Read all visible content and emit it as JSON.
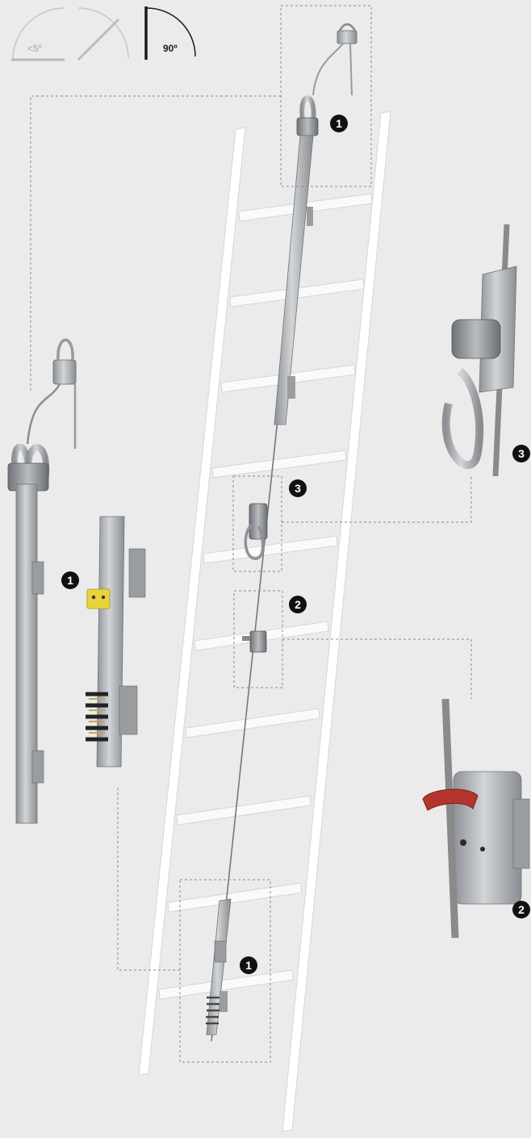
{
  "angles": [
    {
      "label": "<5º",
      "color": "#b8b8b8"
    },
    {
      "label": "",
      "color": "#bdbdbd"
    },
    {
      "label": "90º",
      "color": "#1a1a1a"
    }
  ],
  "callouts": [
    {
      "num": "1",
      "part": "top-anchor"
    },
    {
      "num": "3",
      "part": "shuttle-carabiner"
    },
    {
      "num": "2",
      "part": "cable-guide"
    },
    {
      "num": "1",
      "part": "bottom-anchor"
    },
    {
      "num": "1",
      "part": "top-anchor-detail"
    },
    {
      "num": "3",
      "part": "shuttle-detail"
    },
    {
      "num": "2",
      "part": "cable-guide-detail"
    }
  ],
  "colors": {
    "background": "#ebebeb",
    "ladder": "#ffffff",
    "metal": "#b0b3b6",
    "leader": "#8a8a8a",
    "badge": "#111111",
    "tensioner_plate": "#e8d43a",
    "guide_clip": "#b3352c"
  }
}
